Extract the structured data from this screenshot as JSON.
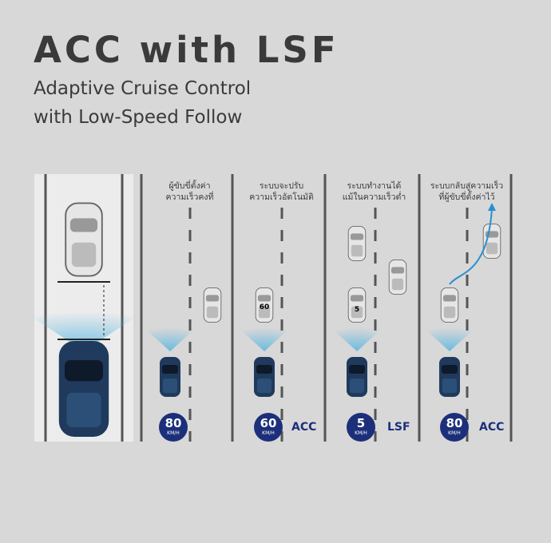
{
  "title": "ACC with LSF",
  "subtitle_line1": "Adaptive Cruise Control",
  "subtitle_line2": "with Low-Speed Follow",
  "steps": [
    {
      "caption1": "ผู้ขับขี่ตั้งค่า",
      "caption2": "ความเร็วคงที่",
      "speed": "80",
      "unit": "KM/H",
      "mode": ""
    },
    {
      "caption1": "ระบบจะปรับ",
      "caption2": "ความเร็วอัตโนมัติ",
      "speed": "60",
      "unit": "KM/H",
      "mode": "ACC",
      "lead_label": "60"
    },
    {
      "caption1": "ระบบทำงานได้",
      "caption2": "แม้ในความเร็วต่ำ",
      "speed": "5",
      "unit": "KM/H",
      "mode": "LSF",
      "lead_label": "5"
    },
    {
      "caption1": "ระบบกลับสู่ความเร็ว",
      "caption2": "ที่ผู้ขับขี่ตั้งค่าไว้",
      "speed": "80",
      "unit": "KM/H",
      "mode": "ACC"
    }
  ],
  "colors": {
    "accent": "#1c2f7a",
    "sensor": "#4fb3e0",
    "background": "#d8d8d8"
  }
}
